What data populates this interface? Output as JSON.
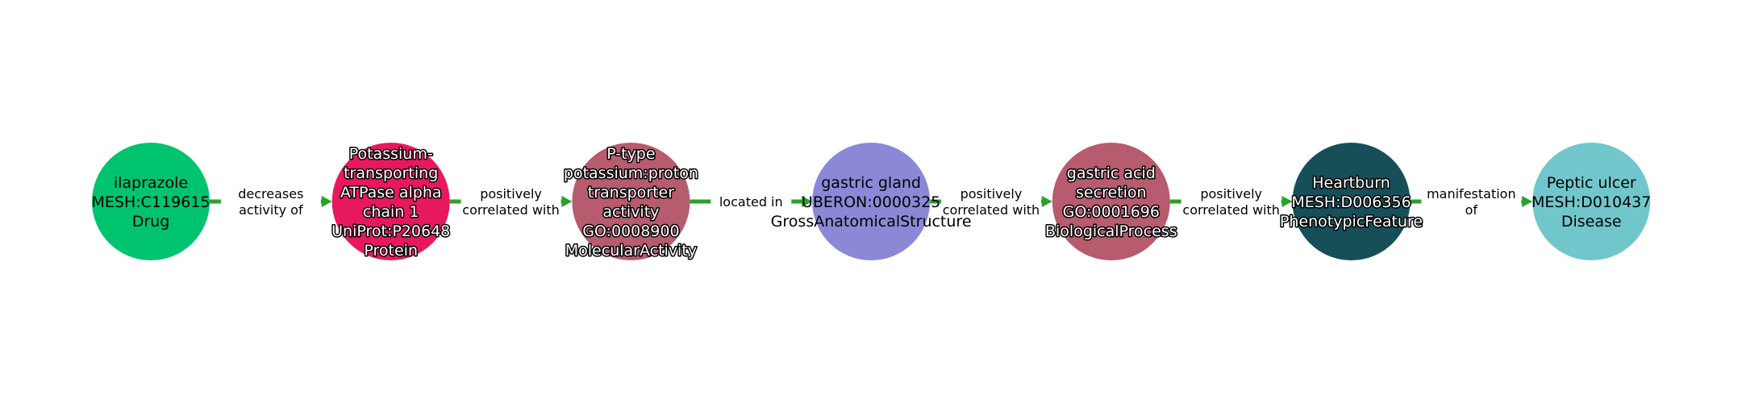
{
  "graph": {
    "edge_color": "#2ca02c",
    "nodes": [
      {
        "lines": [
          "ilaprazole",
          "MESH:C119615",
          "Drug"
        ],
        "color": "#00c36f",
        "outlined": false
      },
      {
        "lines": [
          "Potassium-",
          "transporting",
          "ATPase alpha",
          "chain 1",
          "UniProt:P20648",
          "Protein"
        ],
        "color": "#e8185e",
        "outlined": true
      },
      {
        "lines": [
          "P-type",
          "potassium:proton",
          "transporter",
          "activity",
          "GO:0008900",
          "MolecularActivity"
        ],
        "color": "#b75b6f",
        "outlined": true
      },
      {
        "lines": [
          "gastric gland",
          "UBERON:0000325",
          "GrossAnatomicalStructure"
        ],
        "color": "#8b88d6",
        "outlined": false
      },
      {
        "lines": [
          "gastric acid",
          "secretion",
          "GO:0001696",
          "BiologicalProcess"
        ],
        "color": "#b75b6f",
        "outlined": true
      },
      {
        "lines": [
          "Heartburn",
          "MESH:D006356",
          "PhenotypicFeature"
        ],
        "color": "#164f58",
        "outlined": true
      },
      {
        "lines": [
          "Peptic ulcer",
          "MESH:D010437",
          "Disease"
        ],
        "color": "#71c6cb",
        "outlined": false
      }
    ],
    "edges": [
      {
        "lines": [
          "decreases",
          "activity of"
        ]
      },
      {
        "lines": [
          "positively",
          "correlated with"
        ]
      },
      {
        "lines": [
          "located in"
        ]
      },
      {
        "lines": [
          "positively",
          "correlated with"
        ]
      },
      {
        "lines": [
          "positively",
          "correlated with"
        ]
      },
      {
        "lines": [
          "manifestation",
          "of"
        ]
      }
    ]
  }
}
